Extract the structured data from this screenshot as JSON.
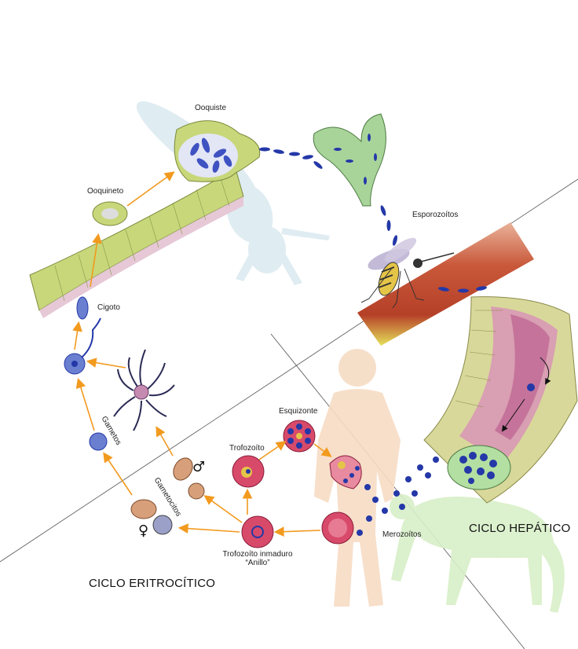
{
  "labels": {
    "ooquiste": "Ooquiste",
    "ooquineto": "Ooquineto",
    "esporozoitos": "Esporozoítos",
    "cigoto": "Cigoto",
    "gametos": "Gametos",
    "gametocitos": "Gametocitos",
    "trofozoito": "Trofozoíto",
    "esquizonte": "Esquizonte",
    "trofozoito_inmaduro": "Trofozoíto inmaduro",
    "anillo": "“Anillo”",
    "merozoitos": "Merozoítos"
  },
  "sections": {
    "hepatico": "CICLO HEPÁTICO",
    "eritrocitico": "CICLO ERITROCÍTICO"
  },
  "symbols": {
    "male": "♂",
    "female": "♀"
  },
  "colors": {
    "arrow": "#f29a1e",
    "parasite_blue": "#2438a8",
    "rbc": "#d84a6a",
    "human_silhouette": "#f6dcc4",
    "monkey_silhouette": "#d8efc8",
    "mosquito_silhouette": "#d5e6ee",
    "epithelium": "#c7d77a"
  }
}
